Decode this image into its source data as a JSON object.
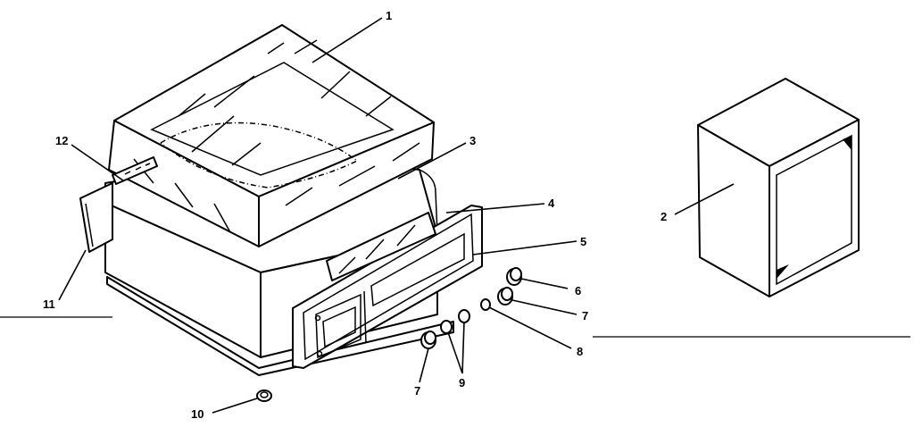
{
  "callouts": {
    "c1": "1",
    "c2": "2",
    "c3": "3",
    "c4": "4",
    "c5": "5",
    "c6": "6",
    "c7a": "7",
    "c7b": "7",
    "c8": "8",
    "c9": "9",
    "c10": "10",
    "c11": "11",
    "c12": "12"
  },
  "colors": {
    "ink": "#000000",
    "paper": "#ffffff"
  }
}
